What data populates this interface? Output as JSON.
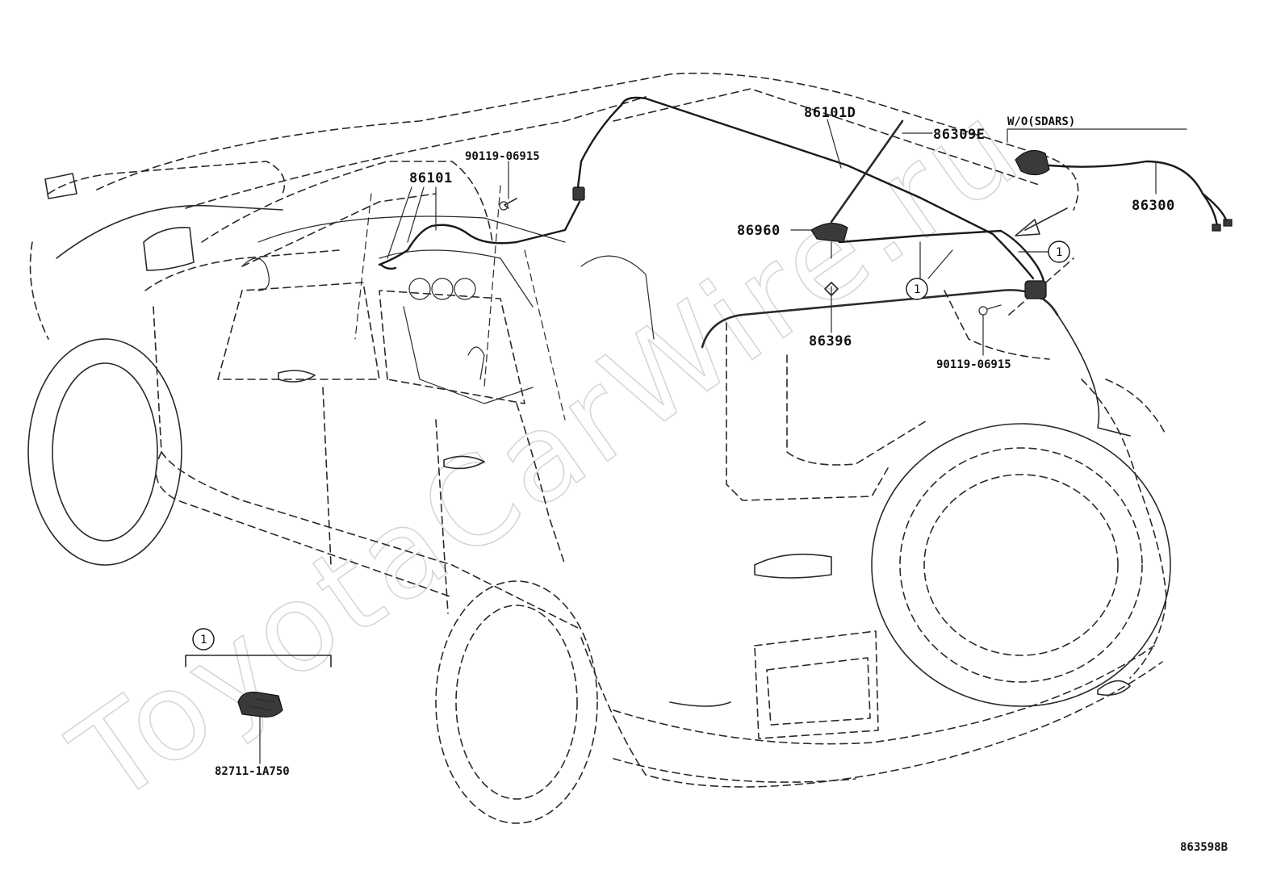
{
  "watermark": "ToyotaCarWire.ru",
  "drawing_id": "863598B",
  "callout_marker": "1",
  "labels": {
    "p86101d": "86101D",
    "p86309e": "86309E",
    "p86101": "86101",
    "bolt_front": "90119-06915",
    "p86960": "86960",
    "p86396": "86396",
    "bolt_rear": "90119-06915",
    "p86300": "86300",
    "clamp_part": "82711-1A750"
  },
  "variant_note": "W/O(SDARS)"
}
